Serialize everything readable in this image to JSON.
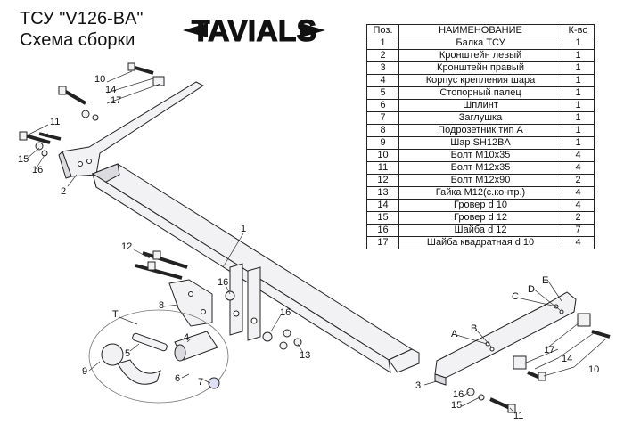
{
  "header": {
    "line1": "ТСУ \"V126-BA\"",
    "line2": "Схема сборки",
    "logo": "TAVIALS"
  },
  "table": {
    "headers": [
      "Поз.",
      "НАИМЕНОВАНИЕ",
      "К-во"
    ],
    "rows": [
      [
        "1",
        "Балка ТСУ",
        "1"
      ],
      [
        "2",
        "Кронштейн левый",
        "1"
      ],
      [
        "3",
        "Кронштейн правый",
        "1"
      ],
      [
        "4",
        "Корпус крепления шара",
        "1"
      ],
      [
        "5",
        "Стопорный палец",
        "1"
      ],
      [
        "6",
        "Шплинт",
        "1"
      ],
      [
        "7",
        "Заглушка",
        "1"
      ],
      [
        "8",
        "Подрозетник тип А",
        "1"
      ],
      [
        "9",
        "Шар SH12BA",
        "1"
      ],
      [
        "10",
        "Болт М10х35",
        "4"
      ],
      [
        "11",
        "Болт М12х35",
        "4"
      ],
      [
        "12",
        "Болт М12х90",
        "2"
      ],
      [
        "13",
        "Гайка М12(с.контр.)",
        "4"
      ],
      [
        "14",
        "Гровер d 10",
        "4"
      ],
      [
        "15",
        "Гровер d 12",
        "2"
      ],
      [
        "16",
        "Шайба d 12",
        "7"
      ],
      [
        "17",
        "Шайба квадратная d 10",
        "4"
      ]
    ]
  },
  "callouts": {
    "n1": "1",
    "n2": "2",
    "n3": "3",
    "n4": "4",
    "n5": "5",
    "n6": "6",
    "n7": "7",
    "n8": "8",
    "n9": "9",
    "n10a": "10",
    "n10b": "10",
    "n11a": "11",
    "n11b": "11",
    "n12": "12",
    "n13": "13",
    "n14a": "14",
    "n14b": "14",
    "n15a": "15",
    "n15b": "15",
    "n16a": "16",
    "n16b": "16",
    "n16c": "16",
    "n16d": "16",
    "n17a": "17",
    "n17b": "17",
    "nT": "T",
    "nA": "A",
    "nB": "B",
    "nC": "C",
    "nD": "D",
    "nE": "E"
  }
}
